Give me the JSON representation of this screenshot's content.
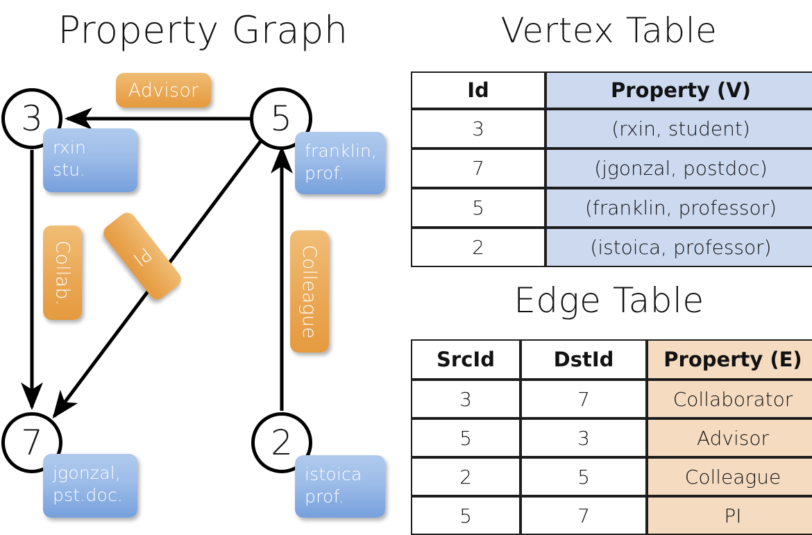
{
  "titles": {
    "property_graph": "Property Graph",
    "vertex_table": "Vertex Table",
    "edge_table": "Edge Table"
  },
  "colors": {
    "vertex_chip_fill": "#9dbce8",
    "edge_chip_fill": "#eaa855",
    "vertex_table_highlight": "#ccd9ef",
    "edge_table_highlight": "#f5dcc1",
    "stroke": "#000000",
    "background": "#ffffff"
  },
  "graph": {
    "nodes": [
      {
        "id": "3",
        "label": "3",
        "property_lines": [
          "rxin",
          "stu."
        ]
      },
      {
        "id": "5",
        "label": "5",
        "property_lines": [
          "franklin,",
          "prof."
        ]
      },
      {
        "id": "7",
        "label": "7",
        "property_lines": [
          "jgonzal,",
          "pst.doc."
        ]
      },
      {
        "id": "2",
        "label": "2",
        "property_lines": [
          "istoica",
          "prof."
        ]
      }
    ],
    "edge_labels": [
      {
        "name": "advisor",
        "text": "Advisor",
        "orientation": "horizontal"
      },
      {
        "name": "collab",
        "text": "Collab.",
        "orientation": "vertical"
      },
      {
        "name": "pi",
        "text": "PI",
        "orientation": "diagonal"
      },
      {
        "name": "colleague",
        "text": "Colleague",
        "orientation": "vertical"
      }
    ],
    "edges": [
      {
        "from": "5",
        "to": "3",
        "label": "Advisor"
      },
      {
        "from": "3",
        "to": "7",
        "label": "Collab."
      },
      {
        "from": "5",
        "to": "7",
        "label": "PI"
      },
      {
        "from": "2",
        "to": "5",
        "label": "Colleague"
      }
    ]
  },
  "vertex_table": {
    "headers": [
      "Id",
      "Property (V)"
    ],
    "rows": [
      {
        "id": "3",
        "property": "(rxin, student)"
      },
      {
        "id": "7",
        "property": "(jgonzal, postdoc)"
      },
      {
        "id": "5",
        "property": "(franklin, professor)"
      },
      {
        "id": "2",
        "property": "(istoica, professor)"
      }
    ]
  },
  "edge_table": {
    "headers": [
      "SrcId",
      "DstId",
      "Property (E)"
    ],
    "rows": [
      {
        "src": "3",
        "dst": "7",
        "property": "Collaborator"
      },
      {
        "src": "5",
        "dst": "3",
        "property": "Advisor"
      },
      {
        "src": "2",
        "dst": "5",
        "property": "Colleague"
      },
      {
        "src": "5",
        "dst": "7",
        "property": "PI"
      }
    ]
  }
}
